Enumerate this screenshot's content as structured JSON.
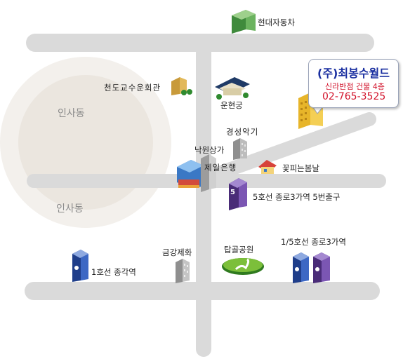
{
  "areas": {
    "insadong_north": "인사동",
    "insadong_south": "인사동"
  },
  "landmarks": {
    "hyundai_motors": "현대자동차",
    "cheondogyo": "천도교수운회관",
    "unhyeongung": "운현궁",
    "gyeongseong_akgi": "경성악기",
    "nakwon_sangga": "낙원상가",
    "jeil_bank": "제일은행",
    "kkotpineun_bomnal": "꽃피는봄날",
    "geumgang_shoes": "금강제화",
    "tapgol_park": "탑골공원"
  },
  "stations": {
    "line5_exit5": "5호선 종로3가역 5번출구",
    "line5_badge": "5",
    "line1_jonggak": "1호선 종각역",
    "line15_jongno3ga": "1/5호선 종로3가역"
  },
  "callout": {
    "company": "(주)최봉수월드",
    "branch": "신라반점 건물 4층",
    "phone": "02-765-3525"
  },
  "colors": {
    "road": "#d9d9d9",
    "area_circle": "#ece8e2",
    "callout_title": "#1a2fa0",
    "callout_accent": "#d2132b",
    "line1_blue": "#1f3e8a",
    "line5_purple": "#5a3a8c"
  }
}
